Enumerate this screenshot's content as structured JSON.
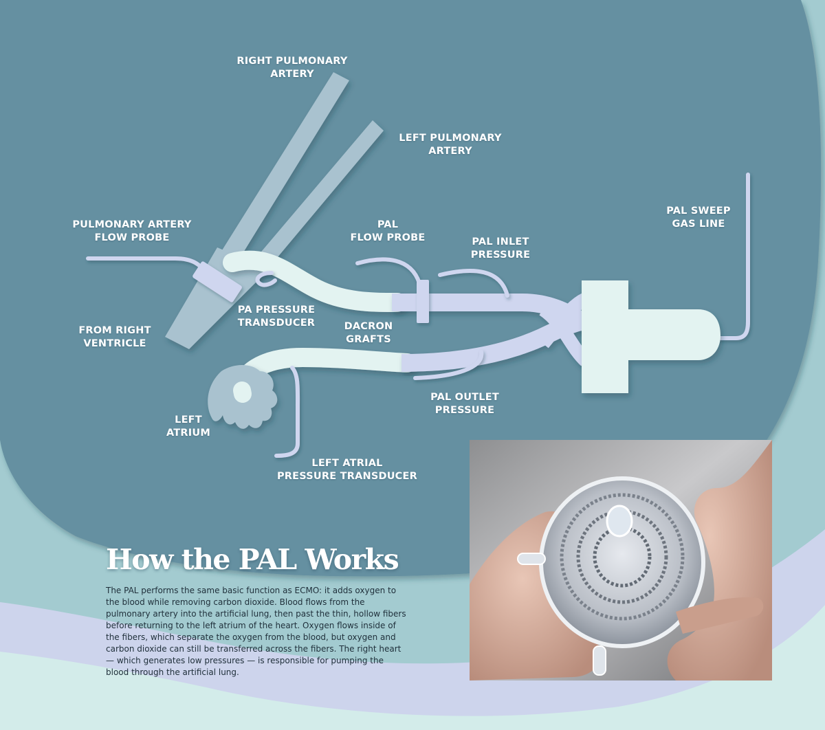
{
  "labels": {
    "right_pulmonary_artery": "RIGHT PULMONARY\nARTERY",
    "left_pulmonary_artery": "LEFT PULMONARY\nARTERY",
    "pulmonary_artery_flow_probe": "PULMONARY ARTERY\nFLOW PROBE",
    "pal_flow_probe": "PAL\nFLOW PROBE",
    "pal_inlet_pressure": "PAL INLET\nPRESSURE",
    "pal_sweep_gas_line": "PAL SWEEP\nGAS LINE",
    "pa_pressure_transducer": "PA PRESSURE\nTRANSDUCER",
    "from_right_ventricle": "FROM RIGHT\nVENTRICLE",
    "dacron_grafts": "DACRON\nGRAFTS",
    "pal_outlet_pressure": "PAL OUTLET\nPRESSURE",
    "left_atrium": "LEFT\nATRIUM",
    "left_atrial_pressure_transducer": "LEFT ATRIAL\nPRESSURE TRANSDUCER"
  },
  "article": {
    "title": "How the PAL Works",
    "body": "The PAL performs the same basic function as ECMO: it adds oxygen to the blood while removing carbon dioxide. Blood flows from the pulmonary artery into the artificial lung, then past the thin, hollow fibers before returning to the left atrium of the heart. Oxygen flows inside of the fibers, which separate the oxygen from the blood, but oxygen and carbon dioxide can still be transferred across the fibers. The right heart — which generates low pressures — is responsible for pumping the blood through the artificial lung."
  },
  "colors": {
    "background_deep": "#6590a1",
    "layer_mid": "#a3cbd0",
    "layer_lavender": "#cdd4ec",
    "layer_mint": "#d3ecea",
    "vessel": "#a9c2cf",
    "graft": "#e3f3f1",
    "tube": "#cfd6ef",
    "label_text": "#ffffff",
    "body_text": "#1f2f3a"
  }
}
